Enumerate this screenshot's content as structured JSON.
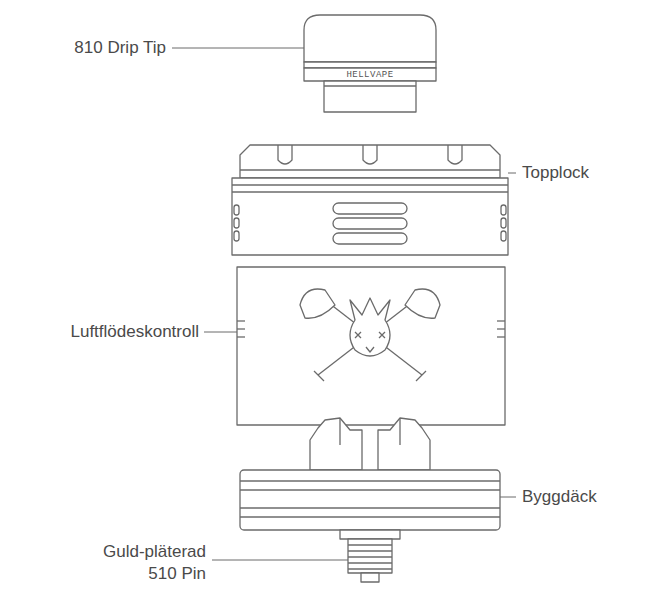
{
  "diagram": {
    "labels": [
      "810 Drip Tip",
      "HELLVAPE",
      "Topplock",
      "Luftflödeskontroll",
      "Byggdäck",
      "Guld-pläterad 510 Pin"
    ]
  }
}
